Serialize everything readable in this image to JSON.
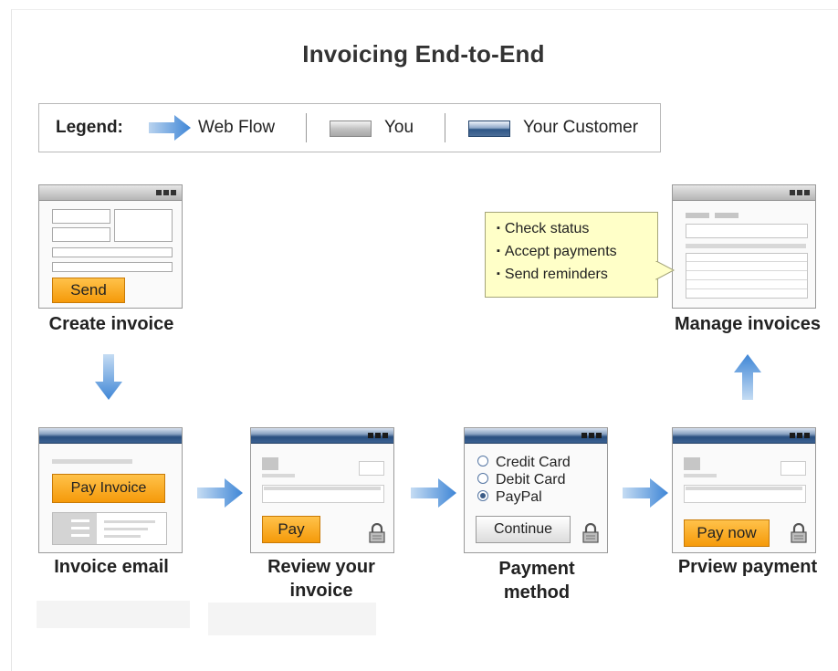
{
  "title": "Invoicing End-to-End",
  "legend": {
    "label": "Legend:",
    "web_flow": "Web Flow",
    "you": "You",
    "your_customer": "Your Customer"
  },
  "steps": {
    "create": {
      "caption": "Create invoice",
      "button": "Send"
    },
    "email": {
      "caption": "Invoice email",
      "button": "Pay Invoice"
    },
    "review": {
      "caption_line1": "Review your",
      "caption_line2": "invoice",
      "button": "Pay"
    },
    "payment": {
      "caption_line1": "Payment",
      "caption_line2": "method",
      "options": [
        "Credit Card",
        "Debit Card",
        "PayPal"
      ],
      "selected": "PayPal",
      "button": "Continue"
    },
    "preview": {
      "caption": "Prview payment",
      "button": "Pay now"
    },
    "manage": {
      "caption": "Manage invoices"
    }
  },
  "note": {
    "items": [
      "Check status",
      "Accept payments",
      "Send reminders"
    ]
  },
  "colors": {
    "flow_arrow": "#5b95d3",
    "button_orange": "#f7a21b",
    "customer_bar": "#2a4f80",
    "note_bg": "#ffffc8"
  }
}
